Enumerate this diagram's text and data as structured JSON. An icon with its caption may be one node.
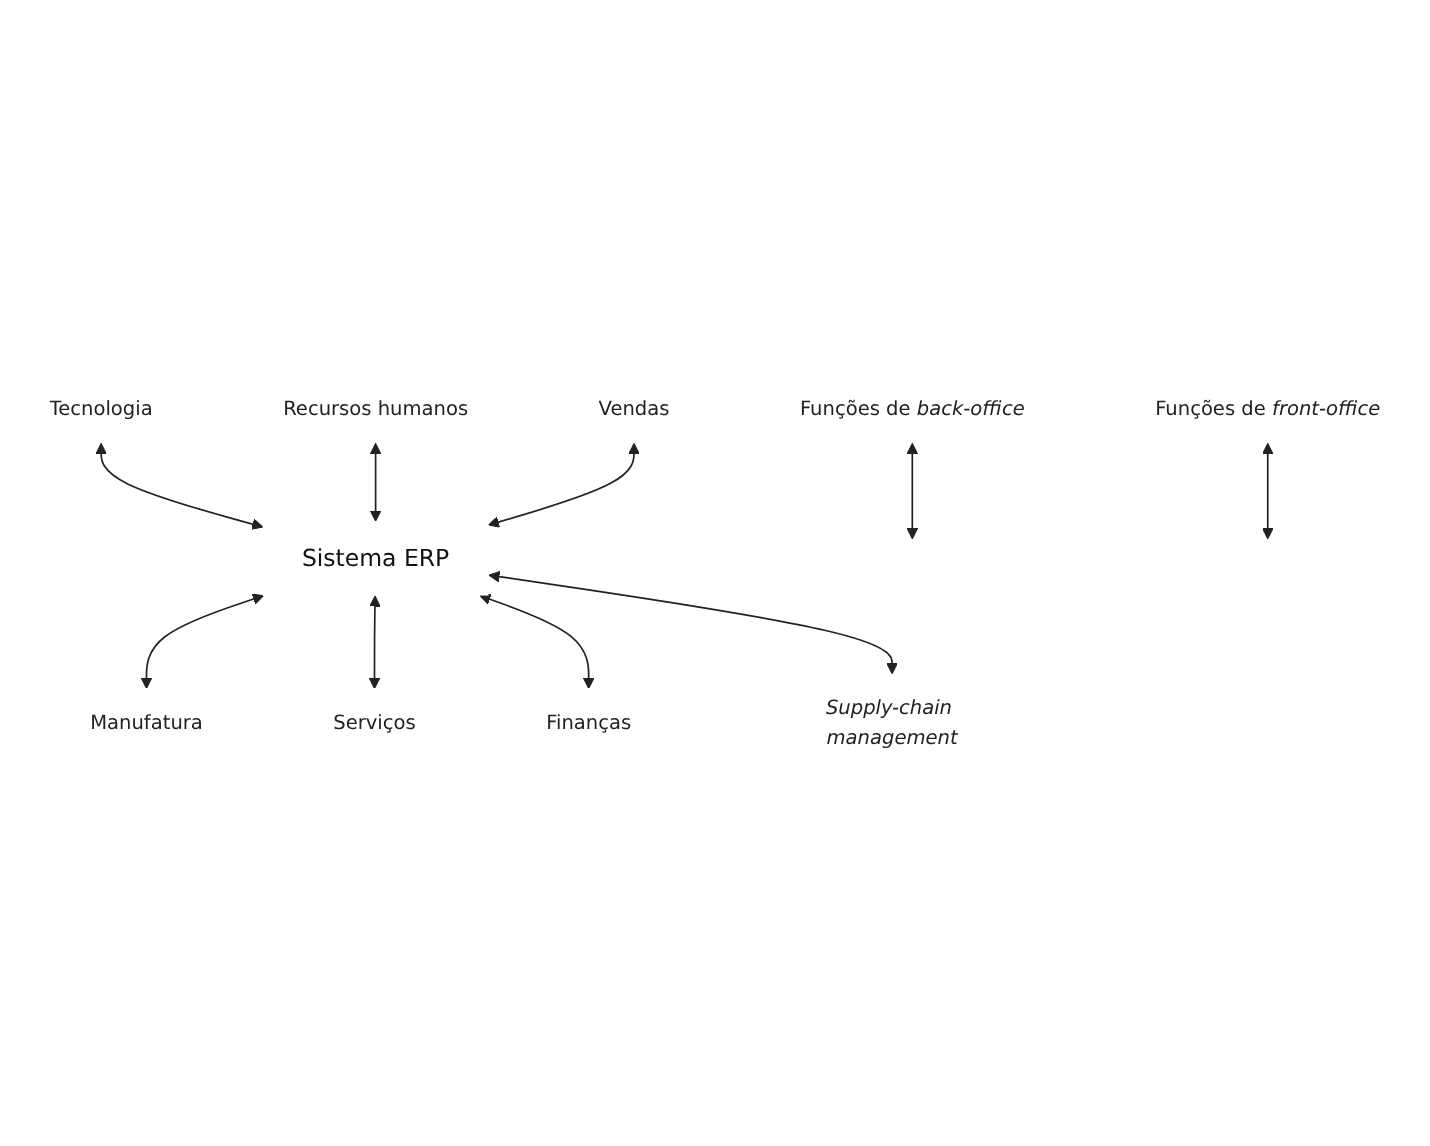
{
  "diagram": {
    "nodes": [
      {
        "text": [
          "Funções de *back-office*"
        ]
      },
      {
        "text": [
          "Funções de *front-office*"
        ]
      },
      {
        "text": [
          "Tecnologia"
        ]
      },
      {
        "text": [
          "Recursos humanos"
        ]
      },
      {
        "text": [
          "Vendas"
        ]
      },
      {
        "text": [
          "Sistema ERP"
        ]
      },
      {
        "text": [
          "Manufatura"
        ]
      },
      {
        "text": [
          "Serviços"
        ]
      },
      {
        "text": [
          "Finanças"
        ]
      },
      {
        "text": [
          "Supply-chain management"
        ]
      }
    ],
    "edges": [
      {
        "from": 0,
        "to": null,
        "arrow": "both"
      },
      {
        "from": 1,
        "to": null,
        "arrow": "both"
      },
      {
        "from": 2,
        "to": 5,
        "arrow": "both"
      },
      {
        "from": 3,
        "to": 5,
        "arrow": "both"
      },
      {
        "from": 4,
        "to": 5,
        "arrow": "both"
      },
      {
        "from": 5,
        "to": 6,
        "arrow": "both"
      },
      {
        "from": 5,
        "to": 7,
        "arrow": "both"
      },
      {
        "from": 5,
        "to": 8,
        "arrow": "both"
      },
      {
        "from": 5,
        "to": 9,
        "arrow": "both"
      }
    ]
  }
}
